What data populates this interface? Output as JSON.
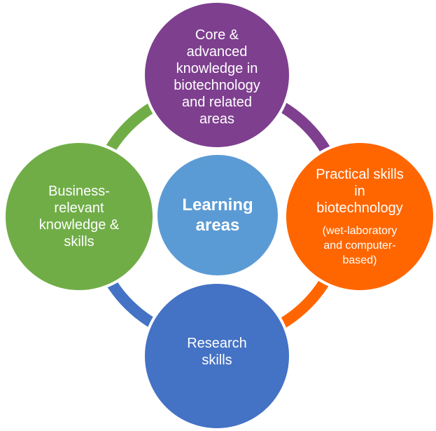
{
  "diagram": {
    "center": {
      "label": "Learning\nareas",
      "color": "#5b9bd5"
    },
    "nodes": [
      {
        "id": "top",
        "label": "Core &\nadvanced\nknowledge  in\nbiotechnology\nand related\nareas",
        "color": "#7e3f8f"
      },
      {
        "id": "right",
        "label": "Practical skills\nin\nbiotechnology",
        "sublabel": "(wet-laboratory\nand computer-\nbased)",
        "color": "#ff6600"
      },
      {
        "id": "bottom",
        "label": "Research\nskills",
        "color": "#4472c4"
      },
      {
        "id": "left",
        "label": "Business-\nrelevant\nknowledge  &\nskills",
        "color": "#70ad47"
      }
    ],
    "ring_colors": [
      "#7e3f8f",
      "#ff6600",
      "#4472c4",
      "#70ad47"
    ]
  }
}
